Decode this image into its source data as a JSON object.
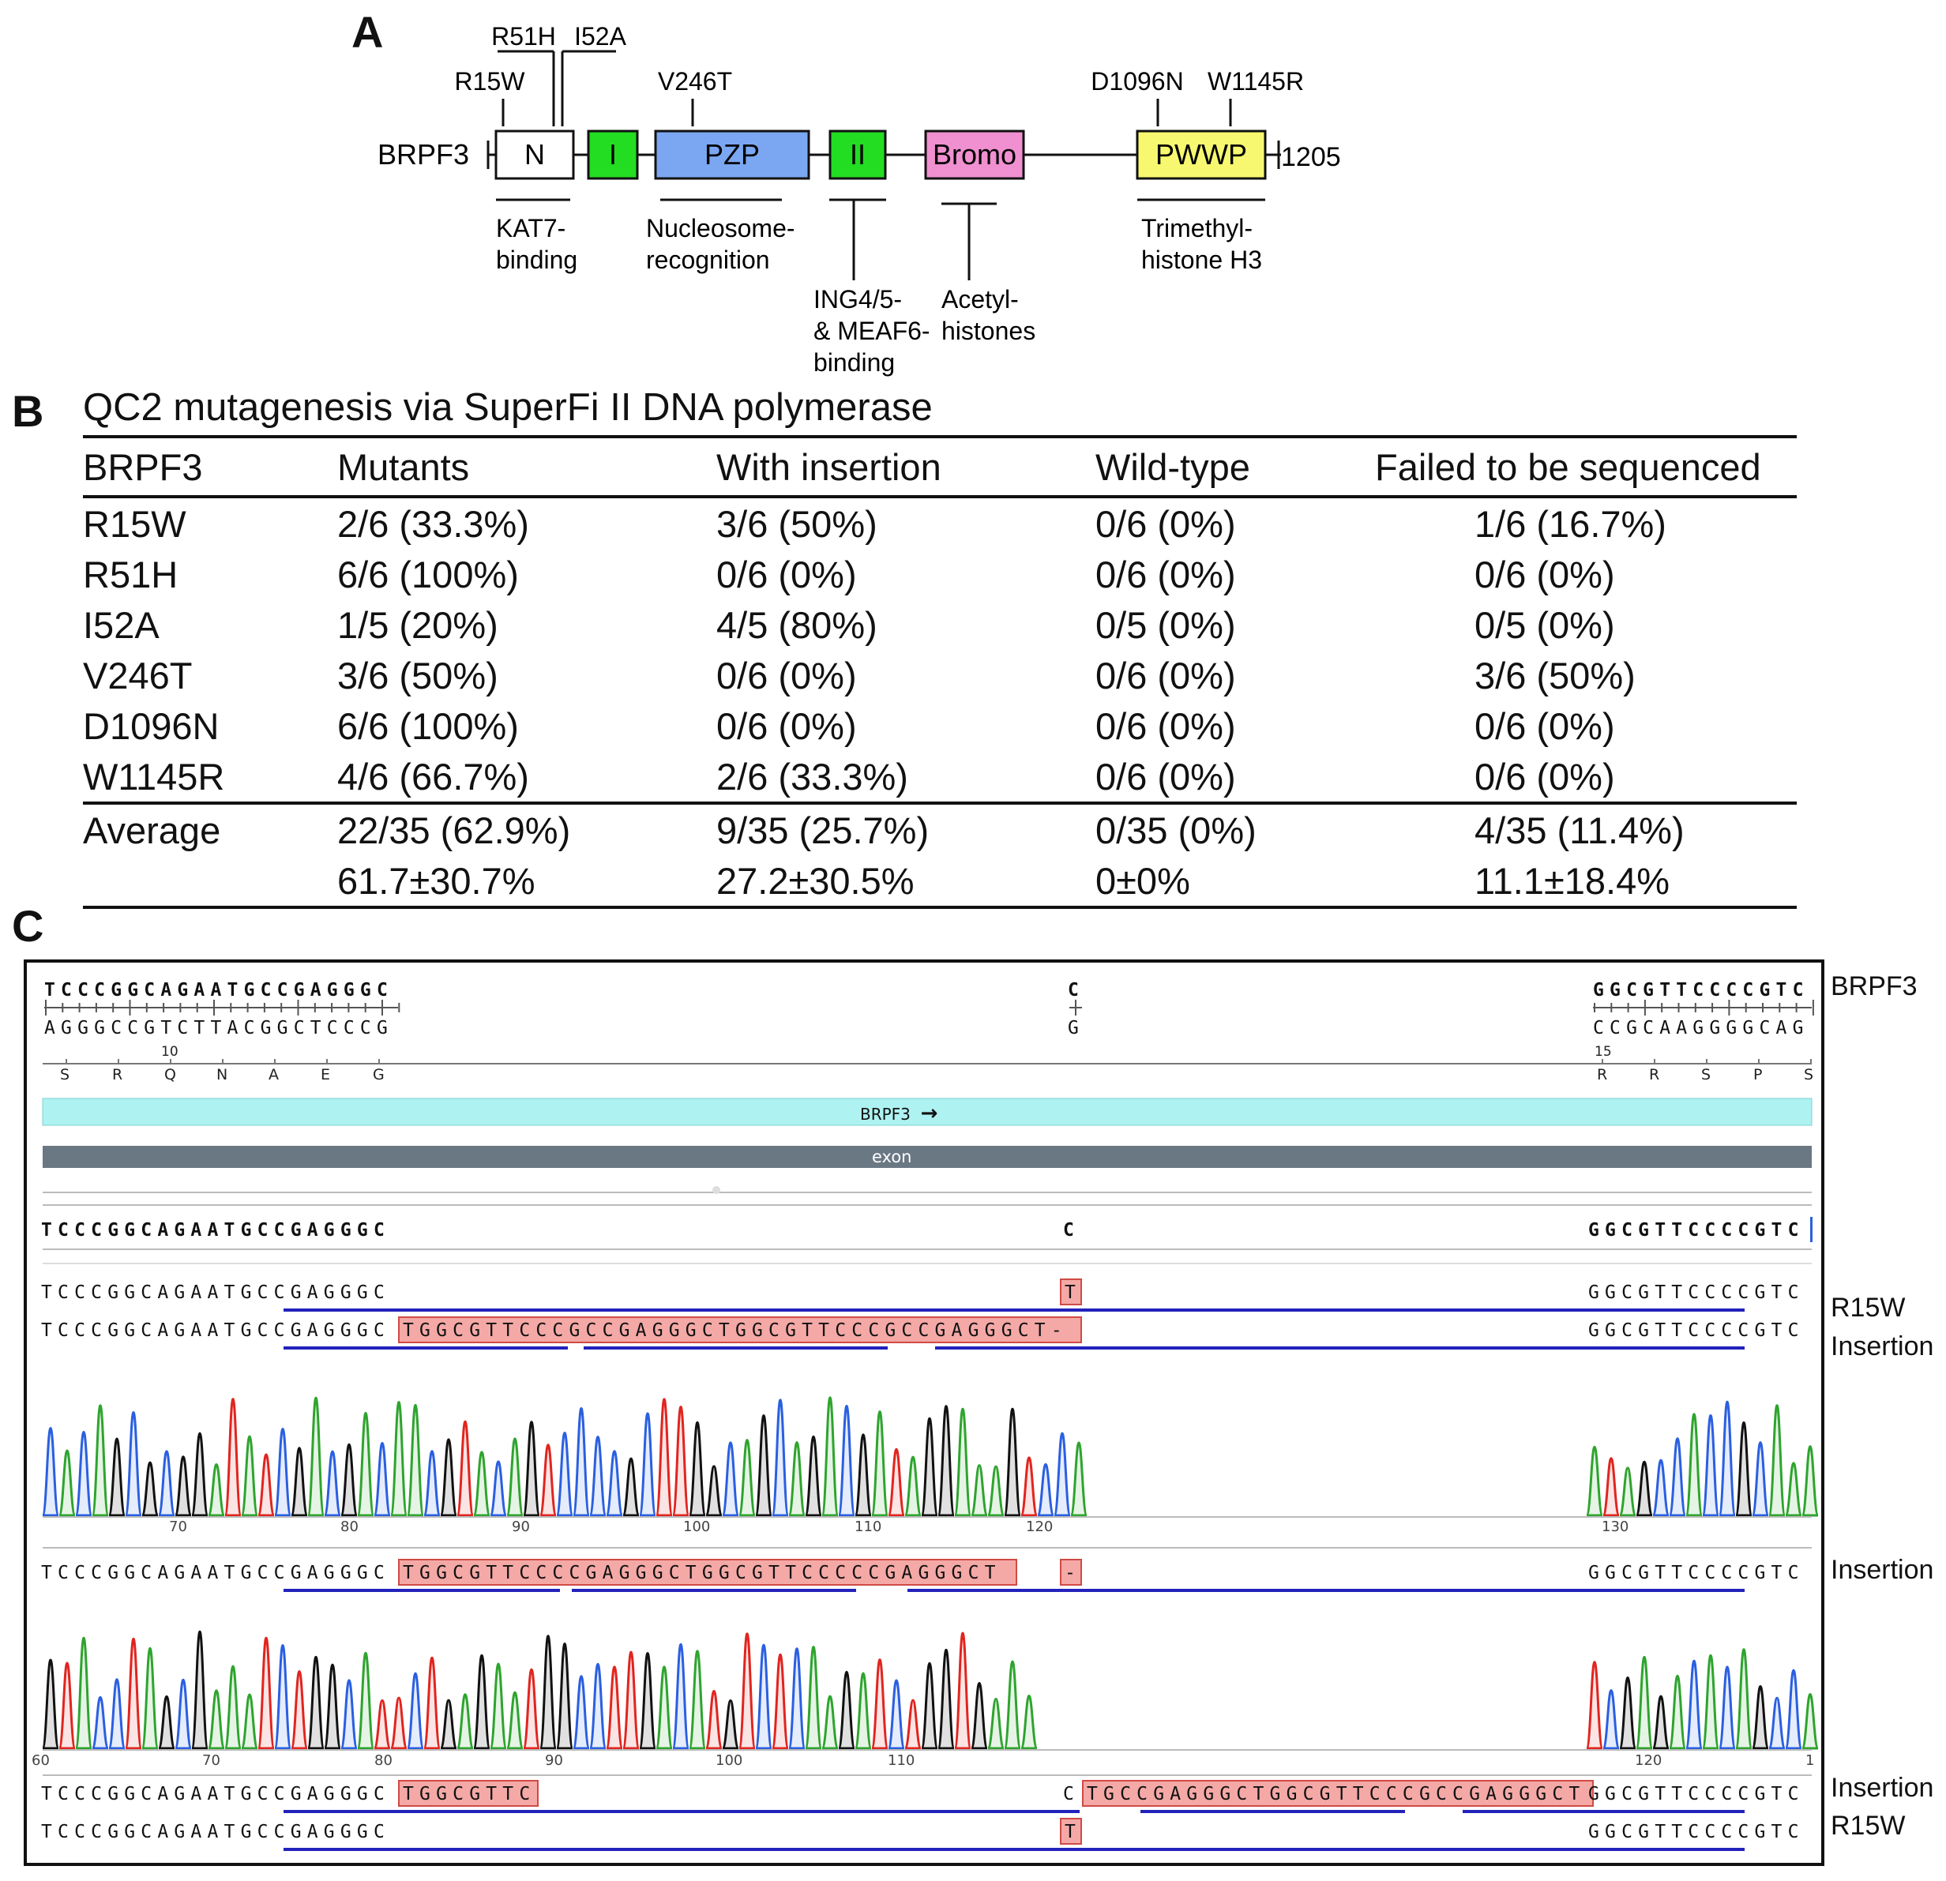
{
  "panelA": {
    "letter": "A",
    "protein": "BRPF3",
    "length": "1205",
    "domains": [
      {
        "label": "N",
        "color": "#ffffff"
      },
      {
        "label": "I",
        "color": "#22dd22"
      },
      {
        "label": "PZP",
        "color": "#7ba7f2"
      },
      {
        "label": "II",
        "color": "#22dd22"
      },
      {
        "label": "Bromo",
        "color": "#f090d0"
      },
      {
        "label": "PWWP",
        "color": "#f8f870"
      }
    ],
    "mutations": [
      "R51H",
      "I52A",
      "R15W",
      "V246T",
      "D1096N",
      "W1145R"
    ],
    "functions": {
      "kat7": [
        "KAT7-",
        "binding"
      ],
      "nucleosome": [
        "Nucleosome-",
        "recognition"
      ],
      "ing": [
        "ING4/5-",
        "& MEAF6-",
        "binding"
      ],
      "acetyl": [
        "Acetyl-",
        "histones"
      ],
      "trimethyl": [
        "Trimethyl-",
        "histone H3"
      ]
    }
  },
  "panelB": {
    "letter": "B",
    "caption": "QC2 mutagenesis via SuperFi II DNA polymerase",
    "headers": [
      "BRPF3",
      "Mutants",
      "With insertion",
      "Wild-type",
      "Failed to be sequenced"
    ],
    "rows": [
      [
        "R15W",
        "2/6 (33.3%)",
        "3/6 (50%)",
        "0/6 (0%)",
        "1/6 (16.7%)"
      ],
      [
        "R51H",
        "6/6 (100%)",
        "0/6 (0%)",
        "0/6 (0%)",
        "0/6 (0%)"
      ],
      [
        "I52A",
        "1/5 (20%)",
        "4/5 (80%)",
        "0/5 (0%)",
        "0/5 (0%)"
      ],
      [
        "V246T",
        "3/6 (50%)",
        "0/6 (0%)",
        "0/6 (0%)",
        "3/6 (50%)"
      ],
      [
        "D1096N",
        "6/6 (100%)",
        "0/6 (0%)",
        "0/6 (0%)",
        "0/6 (0%)"
      ],
      [
        "W1145R",
        "4/6 (66.7%)",
        "2/6 (33.3%)",
        "0/6 (0%)",
        "0/6 (0%)"
      ]
    ],
    "average": [
      "Average",
      "22/35 (62.9%)",
      "9/35 (25.7%)",
      "0/35 (0%)",
      "4/35 (11.4%)"
    ],
    "mean_sd": [
      "",
      "61.7±30.7%",
      "27.2±30.5%",
      "0±0%",
      "11.1±18.4%"
    ]
  },
  "panelC": {
    "letter": "C",
    "ref_left": "TCCCGGCAGAATGCCGAGGGC",
    "ref_mid": "C",
    "ref_right": "GGCGTTCCCCGTC",
    "comp_left": "AGGGCCGTCTTACGGCTCCCG",
    "comp_mid": "G",
    "comp_right": "CCGCAAGGGGCAG",
    "aa_left": [
      "S",
      "R",
      "Q",
      "N",
      "A",
      "E",
      "G"
    ],
    "aa_right": [
      "R",
      "R",
      "S",
      "P",
      "S"
    ],
    "aa_num_left": "10",
    "aa_num_right": "15",
    "gene_label": "BRPF3",
    "gene_arrow": "→",
    "exon_label": "exon",
    "consensus_left": "TCCCGGCAGAATGCCGAGGGC",
    "consensus_mid": "C",
    "consensus_right": "GGCGTTCCCCGTC",
    "read1_left": "TCCCGGCAGAATGCCGAGGGC",
    "read1_mid": "T",
    "read1_right": "GGCGTTCCCCGTC",
    "read2_left": "TCCCGGCAGAATGCCGAGGGC",
    "read2_ins": "TGGCGTTCCCGCCGAGGGCTGGCGTTCCCGCCGAGGGCT-",
    "read2_right": "GGCGTTCCCCGTC",
    "trace1_ticks": [
      "70",
      "80",
      "90",
      "100",
      "110",
      "120",
      "130"
    ],
    "read3_left": "TCCCGGCAGAATGCCGAGGGC",
    "read3_ins": "TGGCGTTCCCCGAGGGCTGGCGTTCCCCCGAGGGCT",
    "read3_mid": "-",
    "read3_right": "GGCGTTCCCCGTC",
    "trace2_ticks": [
      "60",
      "70",
      "80",
      "90",
      "100",
      "110",
      "120",
      "1"
    ],
    "read4_left": "TCCCGGCAGAATGCCGAGGGC",
    "read4_ins1": "TGGCGTTC",
    "read4_c": "C",
    "read4_ins2": "TGCCGAGGGCTGGCGTTCCCGCCGAGGGCT",
    "read4_right": "GGCGTTCCCCGTC",
    "read5_left": "TCCCGGCAGAATGCCGAGGGC",
    "read5_mid": "T",
    "read5_right": "GGCGTTCCCCGTC",
    "row_labels": [
      "BRPF3",
      "R15W",
      "Insertion",
      "Insertion",
      "Insertion",
      "R15W"
    ]
  }
}
